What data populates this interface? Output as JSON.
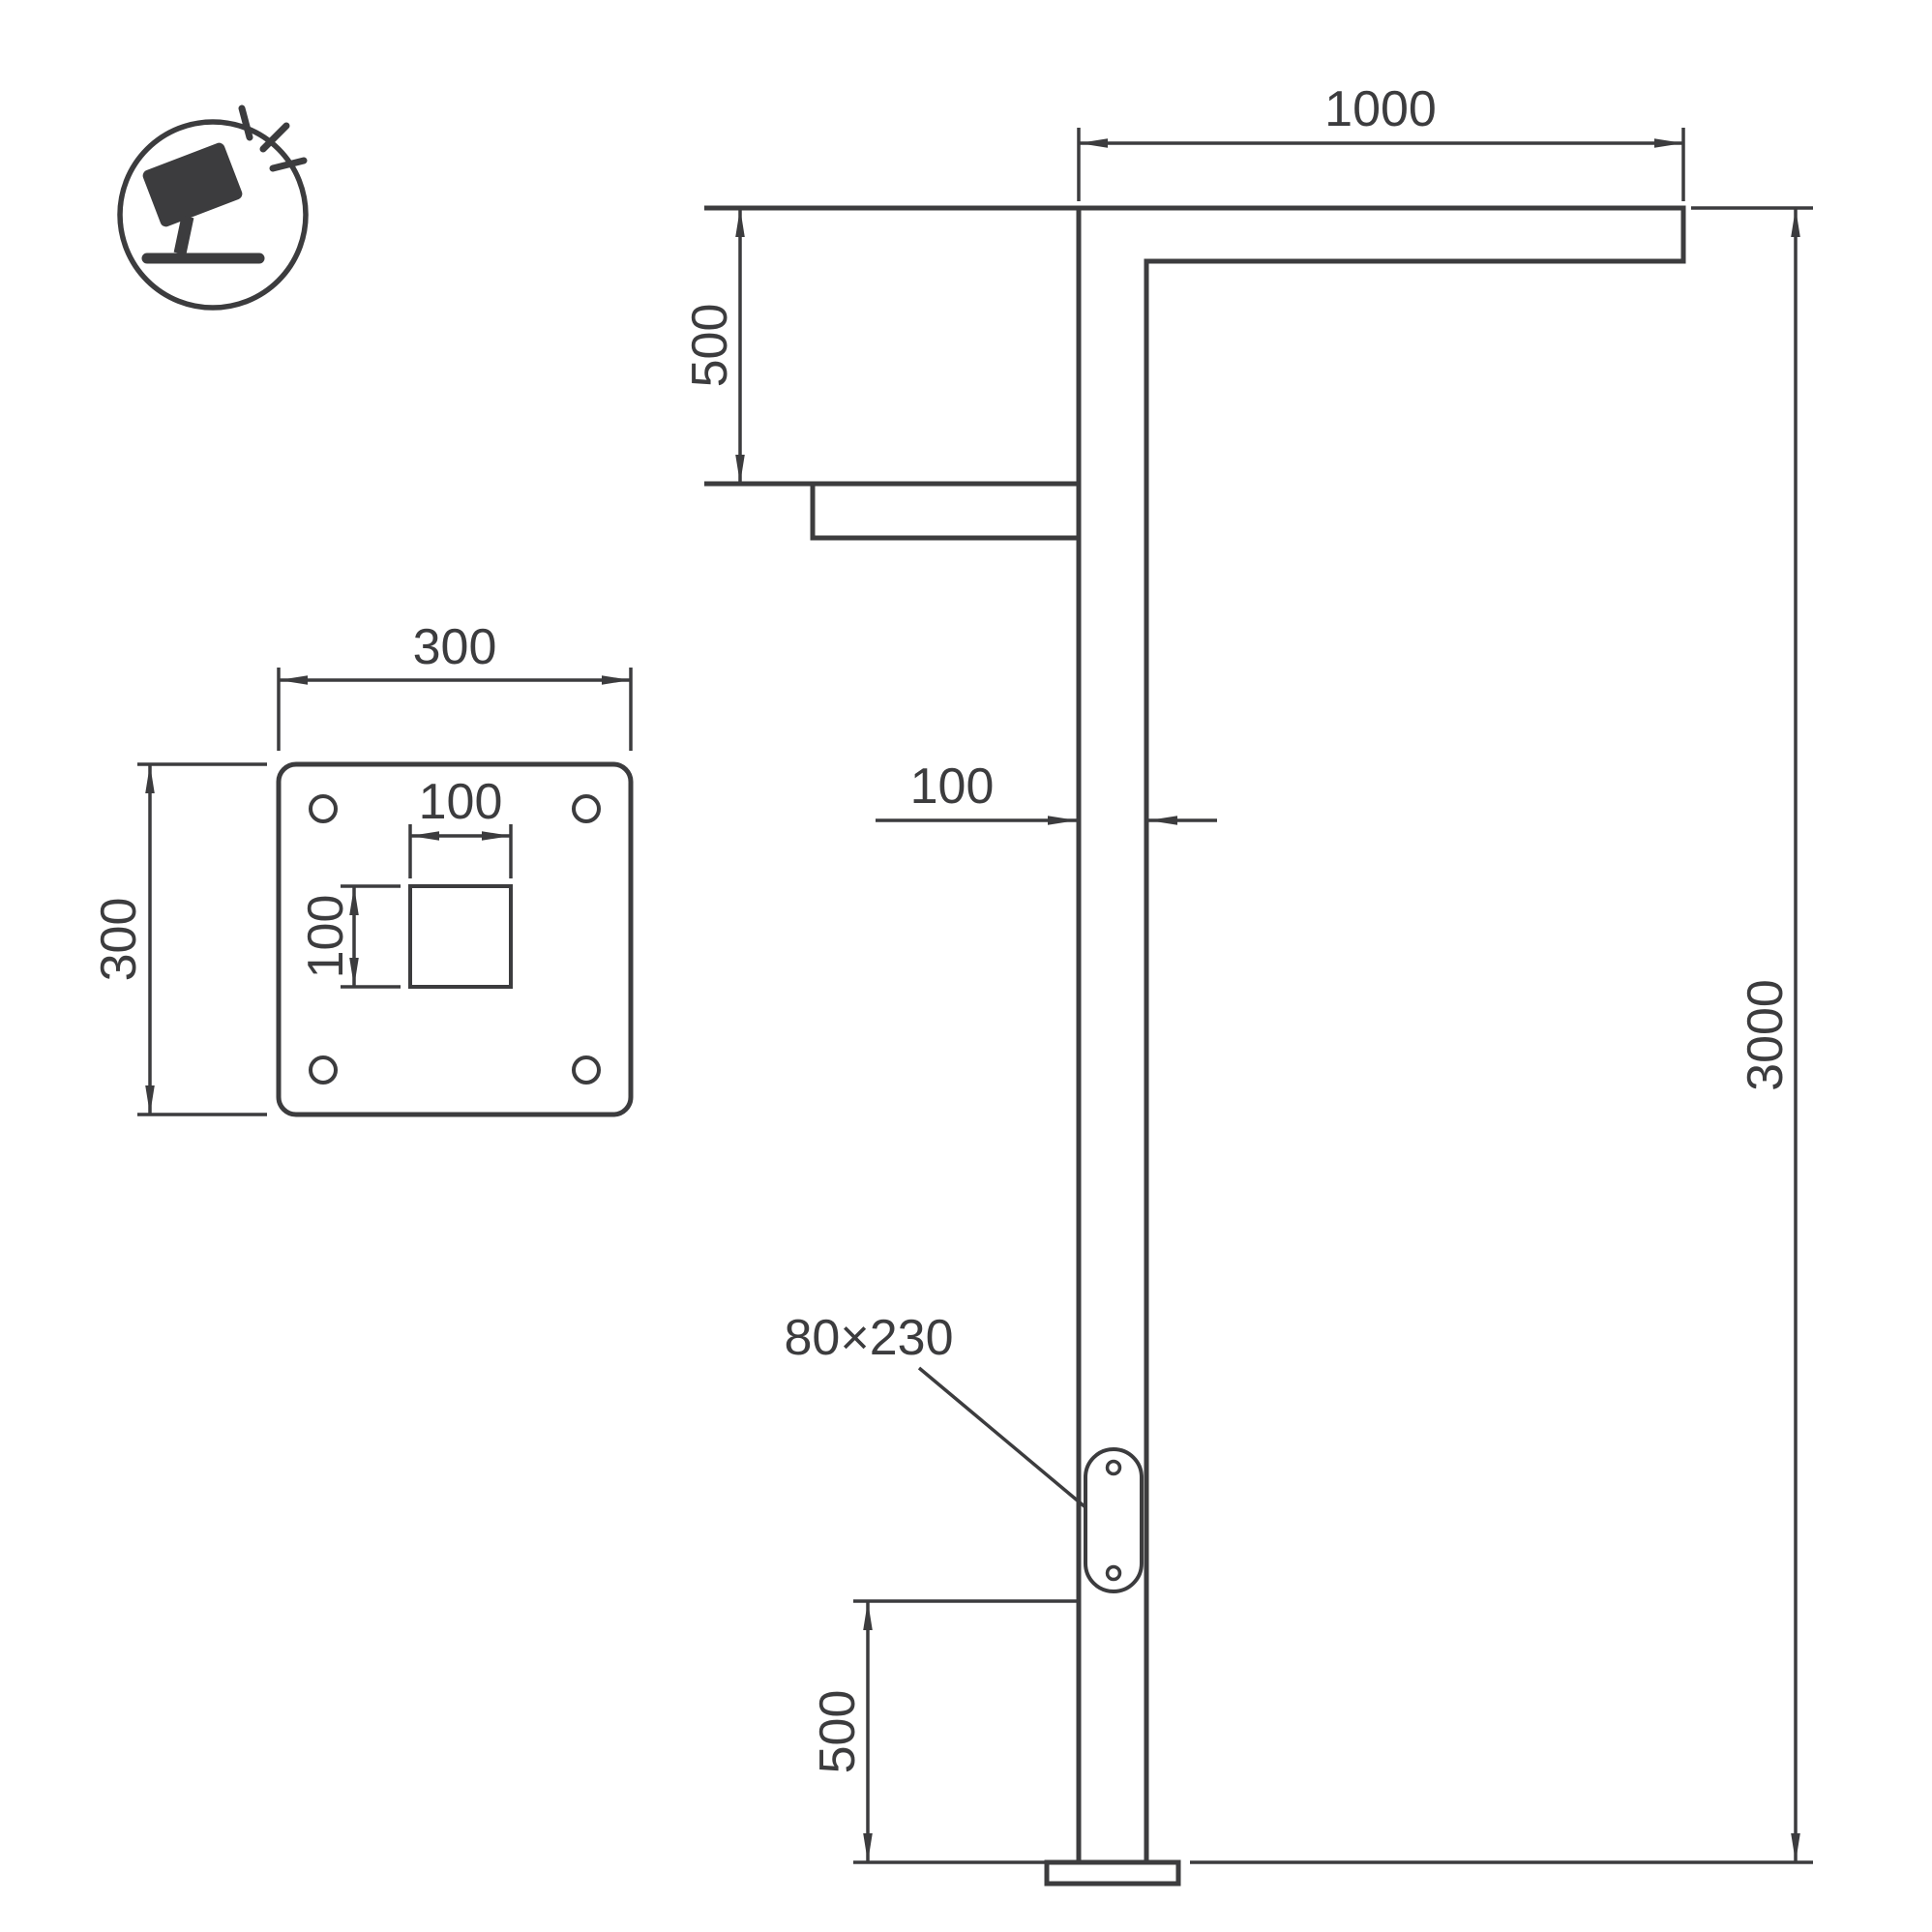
{
  "colors": {
    "background": "#ffffff",
    "line": "#3c3c3e",
    "text": "#3c3c3e"
  },
  "icons": {
    "badge": "tilted-floodlight-icon"
  },
  "plate_view": {
    "width": "300",
    "height": "300",
    "hole_width": "100",
    "hole_height": "100"
  },
  "pole_view": {
    "arm_length": "1000",
    "arm_offset": "500",
    "pole_width": "100",
    "pole_height": "3000",
    "hatch_size": "80×230",
    "hatch_bottom_height": "500"
  }
}
